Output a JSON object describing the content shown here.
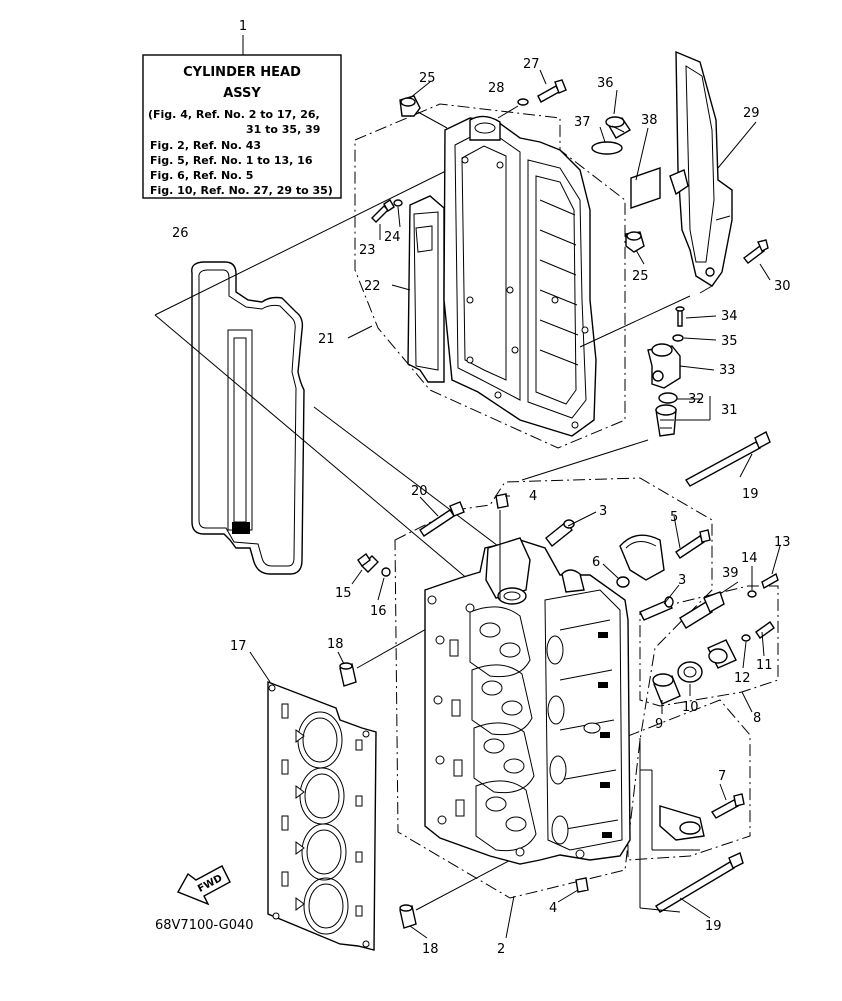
{
  "title_box": {
    "callout": "1",
    "title": "CYLINDER HEAD",
    "subtitle": "ASSY",
    "refs": [
      "(Fig. 4, Ref. No. 2 to 17, 26,",
      "31 to 35, 39",
      "Fig. 2, Ref. No. 43",
      "Fig. 5, Ref. No. 1 to 13, 16",
      "Fig. 6, Ref. No. 5",
      "Fig. 10, Ref. No. 27, 29 to 35)"
    ]
  },
  "drawing_code": "68V7100-G040",
  "fwd_label": "FWD",
  "callouts": {
    "c2": "2",
    "c3a": "3",
    "c3b": "3",
    "c4a": "4",
    "c4b": "4",
    "c5": "5",
    "c6": "6",
    "c7": "7",
    "c8": "8",
    "c9": "9",
    "c10": "10",
    "c11": "11",
    "c12": "12",
    "c13": "13",
    "c14": "14",
    "c15": "15",
    "c16": "16",
    "c17": "17",
    "c18a": "18",
    "c18b": "18",
    "c19a": "19",
    "c19b": "19",
    "c20": "20",
    "c21": "21",
    "c22": "22",
    "c23": "23",
    "c24": "24",
    "c25a": "25",
    "c25b": "25",
    "c26": "26",
    "c27": "27",
    "c28": "28",
    "c29": "29",
    "c30": "30",
    "c31": "31",
    "c32": "32",
    "c33": "33",
    "c34": "34",
    "c35": "35",
    "c36": "36",
    "c37": "37",
    "c38": "38",
    "c39": "39"
  }
}
